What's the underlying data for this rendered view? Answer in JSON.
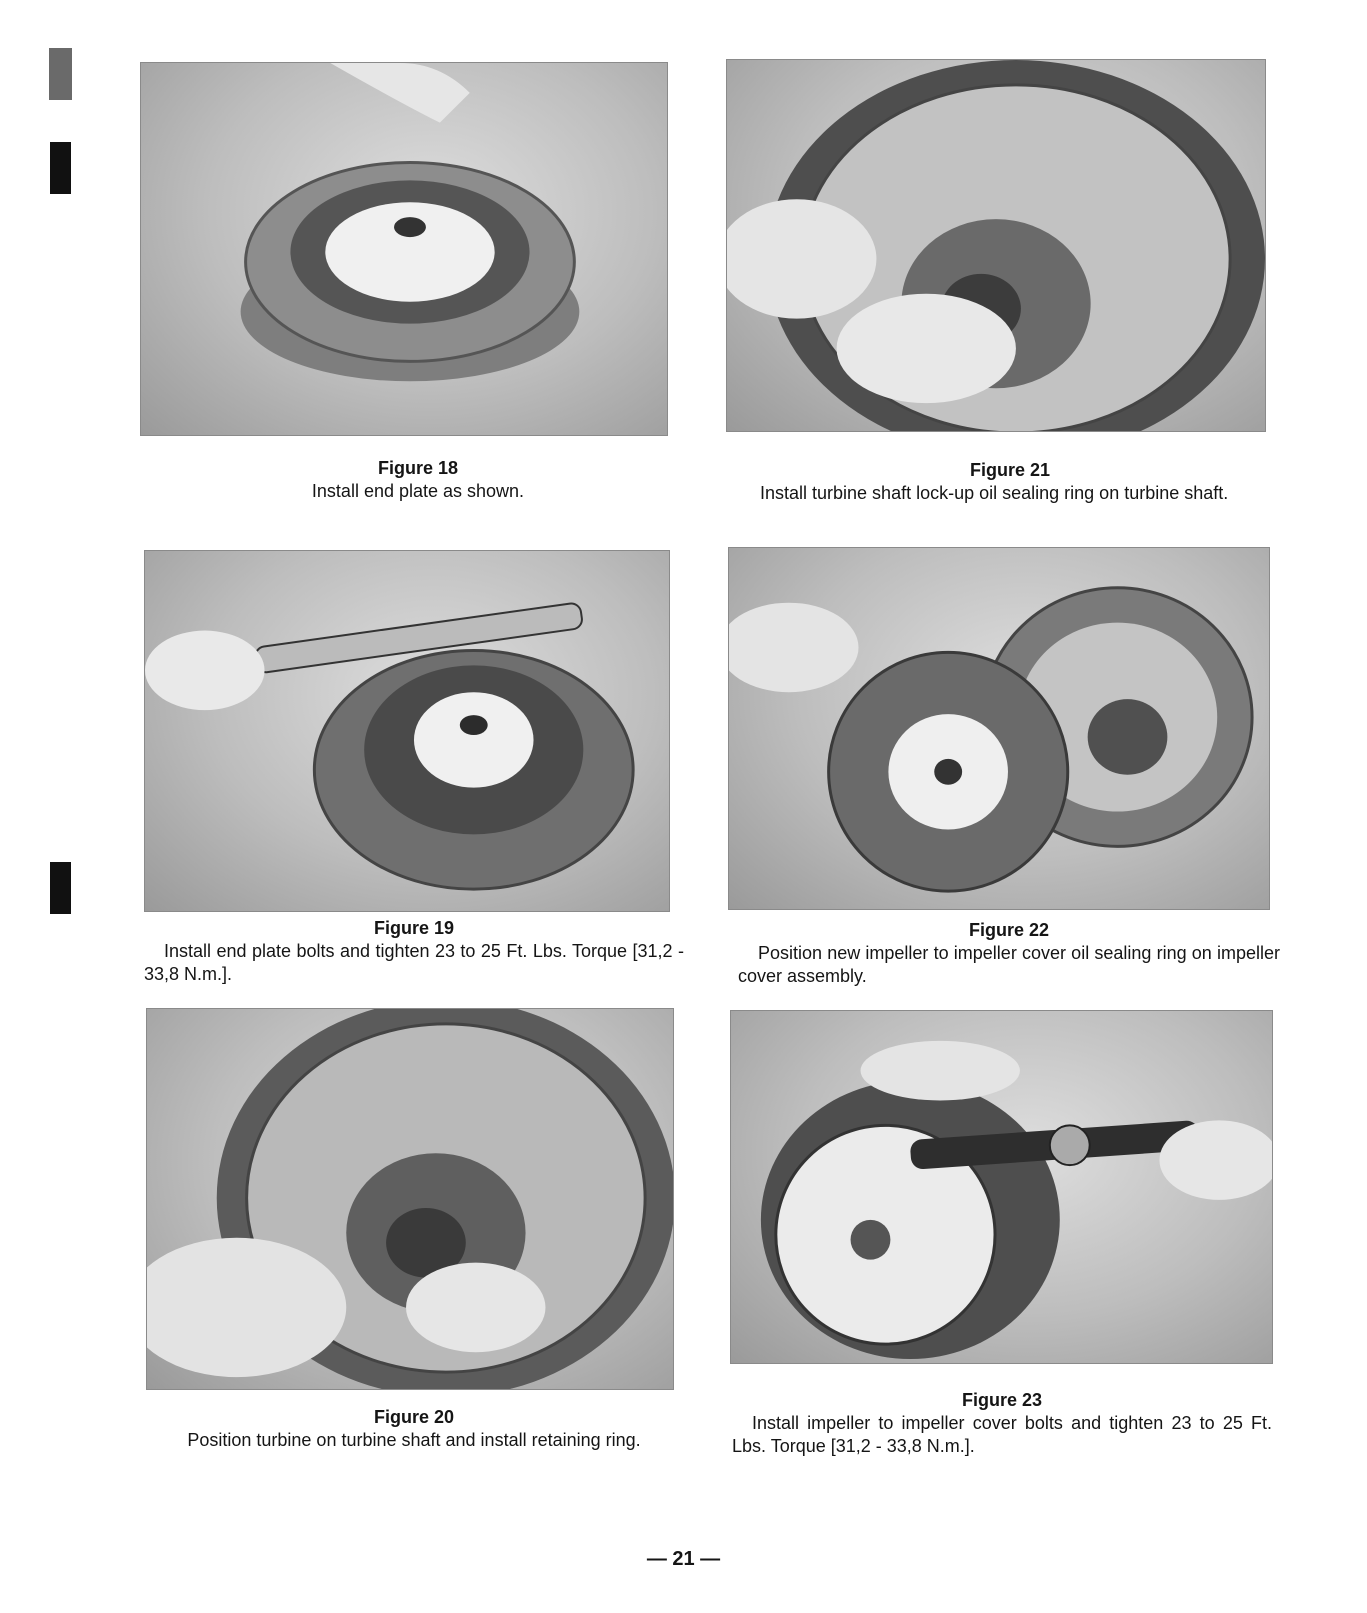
{
  "page": {
    "number": "— 21 —"
  },
  "figures": [
    {
      "title": "Figure 18",
      "caption": "Install end plate as shown."
    },
    {
      "title": "Figure 19",
      "caption": "Install end plate bolts and tighten 23 to 25 Ft. Lbs. Torque [31,2 - 33,8 N.m.]."
    },
    {
      "title": "Figure 20",
      "caption": "Position turbine on turbine shaft and install retaining ring."
    },
    {
      "title": "Figure 21",
      "caption": "Install turbine shaft lock-up oil sealing ring on turbine shaft."
    },
    {
      "title": "Figure 22",
      "caption": "Position new impeller to impeller cover oil sealing ring on impeller cover assembly."
    },
    {
      "title": "Figure 23",
      "caption": "Install impeller to impeller cover bolts and tighten 23 to 25 Ft. Lbs. Torque [31,2 - 33,8 N.m.]."
    }
  ]
}
